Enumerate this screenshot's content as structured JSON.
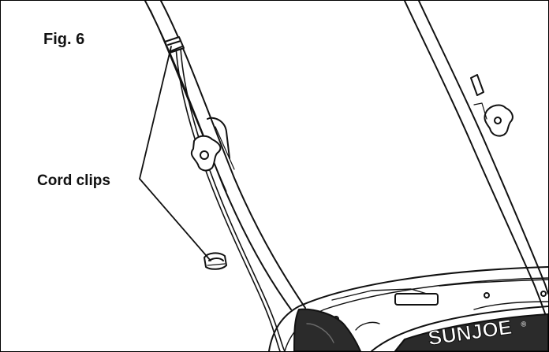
{
  "figure": {
    "label": "Fig. 6",
    "callout": "Cord clips",
    "brand": "SUNJOE",
    "brand_mark": "®"
  },
  "colors": {
    "ink": "#111111",
    "panel": "#2b2b2b",
    "paper": "#ffffff"
  }
}
